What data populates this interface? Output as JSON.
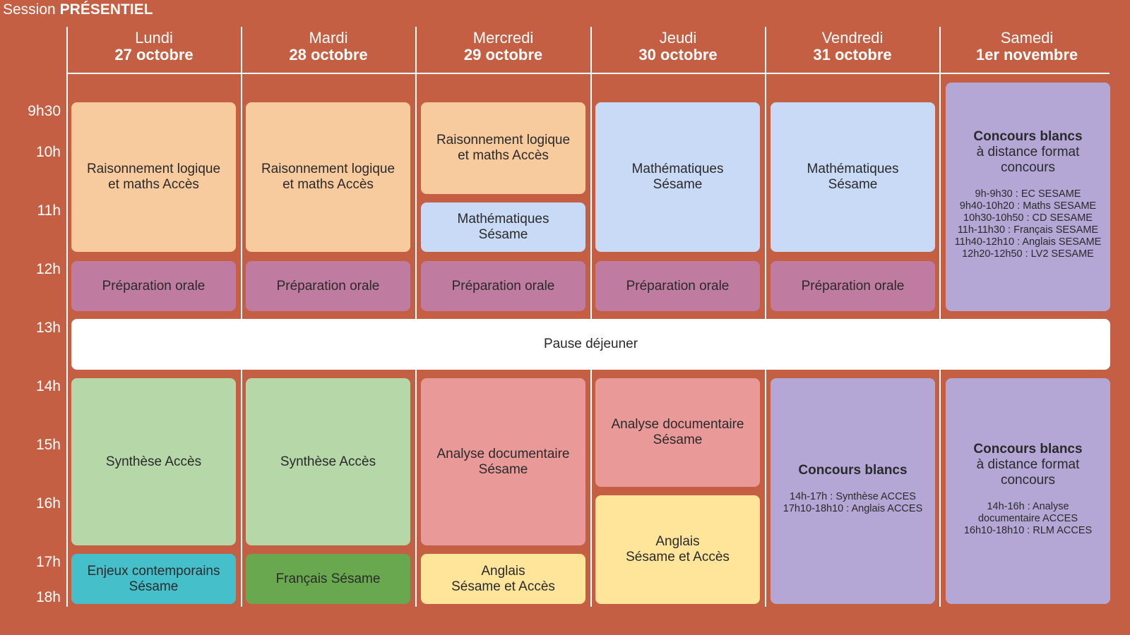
{
  "session": {
    "prefix": "Session",
    "mode": "PRÉSENTIEL"
  },
  "days": [
    {
      "name": "Lundi",
      "date": "27 octobre"
    },
    {
      "name": "Mardi",
      "date": "28 octobre"
    },
    {
      "name": "Mercredi",
      "date": "29 octobre"
    },
    {
      "name": "Jeudi",
      "date": "30 octobre"
    },
    {
      "name": "Vendredi",
      "date": "31 octobre"
    },
    {
      "name": "Samedi",
      "date": "1er novembre"
    }
  ],
  "times": [
    "9h30",
    "10h",
    "11h",
    "12h",
    "13h",
    "14h",
    "15h",
    "16h",
    "17h",
    "18h"
  ],
  "colors": {
    "background": "#C45F43",
    "raisonnement": "#F8CB9E",
    "mathematiques": "#C8DAF5",
    "preparation_orale": "#C07BA1",
    "synthese": "#B6D7A8",
    "analyse_documentaire": "#EA9999",
    "enjeux": "#45BFCA",
    "francais": "#6AA84F",
    "anglais": "#FFE599",
    "concours": "#B4A7D6",
    "pause": "#FFFFFF"
  },
  "blocks": {
    "lun_morning": {
      "l1": "Raisonnement logique",
      "l2": "et maths Accès"
    },
    "mar_morning": {
      "l1": "Raisonnement logique",
      "l2": "et maths Accès"
    },
    "mer_morning1": {
      "l1": "Raisonnement logique",
      "l2": "et maths Accès"
    },
    "mer_morning2": {
      "l1": "Mathématiques",
      "l2": "Sésame"
    },
    "jeu_morning": {
      "l1": "Mathématiques",
      "l2": "Sésame"
    },
    "ven_morning": {
      "l1": "Mathématiques",
      "l2": "Sésame"
    },
    "prep_orale": "Préparation orale",
    "sam_morning": {
      "title": "Concours blancs",
      "l2": "à distance format",
      "l3": "concours",
      "details": [
        "9h-9h30 : EC SESAME",
        "9h40-10h20 : Maths SESAME",
        "10h30-10h50 : CD SESAME",
        "11h-11h30 : Français SESAME",
        "11h40-12h10 : Anglais SESAME",
        "12h20-12h50 : LV2 SESAME"
      ]
    },
    "pause": "Pause déjeuner",
    "lun_aft1": "Synthèse Accès",
    "lun_aft2": {
      "l1": "Enjeux contemporains",
      "l2": "Sésame"
    },
    "mar_aft1": "Synthèse Accès",
    "mar_aft2": "Français Sésame",
    "mer_aft1": {
      "l1": "Analyse documentaire",
      "l2": "Sésame"
    },
    "mer_aft2": {
      "l1": "Anglais",
      "l2": "Sésame et Accès"
    },
    "jeu_aft1": {
      "l1": "Analyse documentaire",
      "l2": "Sésame"
    },
    "jeu_aft2": {
      "l1": "Anglais",
      "l2": "Sésame et Accès"
    },
    "ven_aft": {
      "title": "Concours blancs",
      "details": [
        "14h-17h : Synthèse ACCES",
        "17h10-18h10 : Anglais ACCES"
      ]
    },
    "sam_aft": {
      "title": "Concours blancs",
      "l2": "à distance format",
      "l3": "concours",
      "details": [
        "14h-16h : Analyse",
        "documentaire ACCES",
        "16h10-18h10 : RLM ACCES"
      ]
    }
  }
}
